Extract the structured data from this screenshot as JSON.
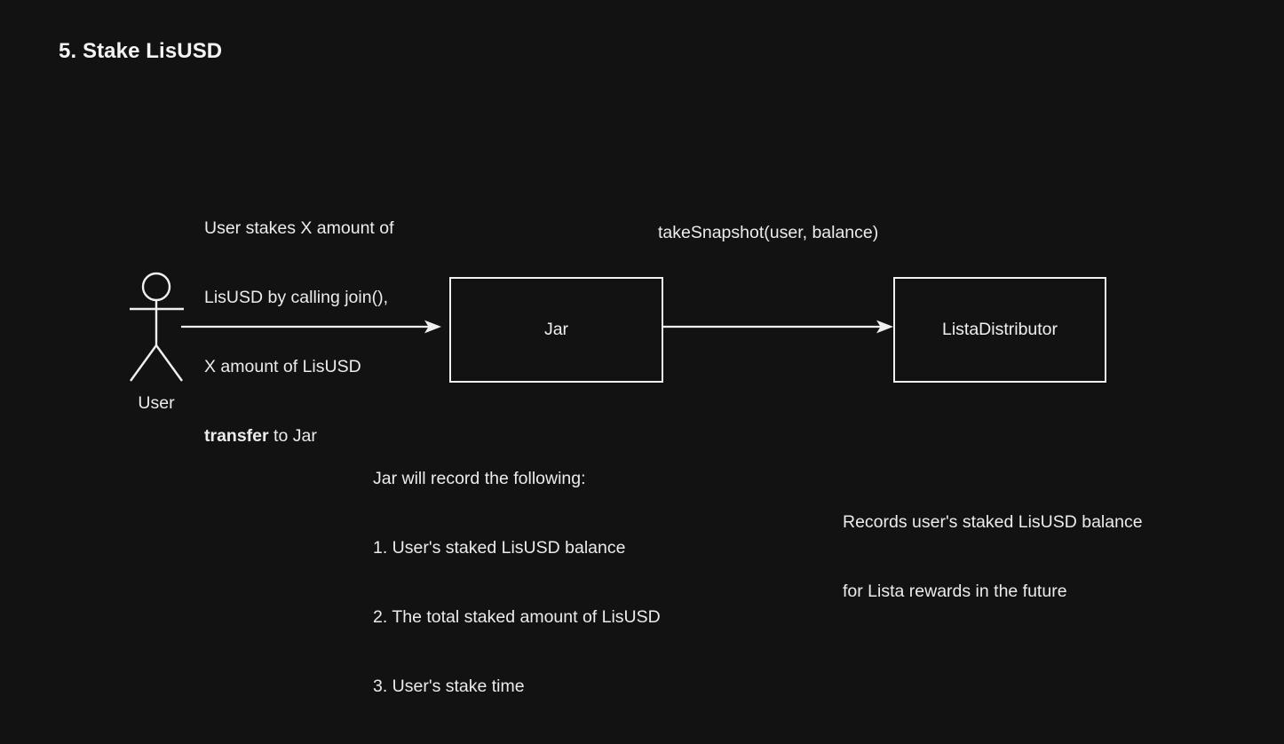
{
  "page": {
    "title": "5. Stake LisUSD",
    "background_color": "#121212",
    "foreground_color": "#f0f0f0"
  },
  "diagram": {
    "type": "flow-diagram",
    "actor": {
      "icon": "stick-figure-user-icon",
      "label": "User"
    },
    "nodes": [
      {
        "id": "jar",
        "label": "Jar"
      },
      {
        "id": "lista-distributor",
        "label": "ListaDistributor"
      }
    ],
    "edges": [
      {
        "id": "user-to-jar",
        "from": "User",
        "to": "Jar",
        "label_lines": [
          {
            "text": "User stakes X amount of",
            "bold": false
          },
          {
            "text": "LisUSD by calling join(),",
            "bold": false
          },
          {
            "text": "X amount of LisUSD",
            "bold": false
          },
          {
            "text": "transfer to Jar",
            "bold": "partial"
          }
        ],
        "label_line1": "User stakes X amount of",
        "label_line2": "LisUSD by calling join(),",
        "label_line3": "X amount of LisUSD",
        "label_line4_bold": "transfer",
        "label_line4_rest": " to Jar"
      },
      {
        "id": "jar-to-lista-distributor",
        "from": "Jar",
        "to": "ListaDistributor",
        "label": "takeSnapshot(user, balance)"
      }
    ],
    "annotations": {
      "jar_note": {
        "heading": "Jar will record the following:",
        "items": [
          "1. User's staked LisUSD balance",
          "2. The total staked amount of LisUSD",
          "3. User's stake time"
        ]
      },
      "distributor_note": {
        "line1": "Records user's staked LisUSD balance",
        "line2": "for Lista rewards in the future"
      }
    }
  }
}
